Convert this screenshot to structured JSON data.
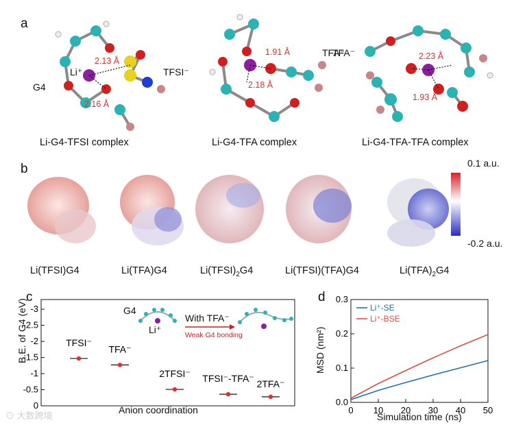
{
  "panel_a": {
    "letter": "a",
    "molecules": [
      {
        "caption": "Li-G4-TFSI complex",
        "labels": {
          "li": "Li⁺",
          "anion": "TFSI⁻",
          "g4": "G4"
        },
        "distances": [
          "2.13 Å",
          "2.16 Å"
        ]
      },
      {
        "caption": "Li-G4-TFA complex",
        "labels": {
          "anion": "TFA⁻"
        },
        "distances": [
          "1.91 Å",
          "2.18 Å"
        ]
      },
      {
        "caption": "Li-G4-TFA-TFA complex",
        "labels": {
          "anion": "TFA⁻"
        },
        "distances": [
          "2.23 Å",
          "1.93 Å"
        ]
      }
    ]
  },
  "panel_b": {
    "letter": "b",
    "colorbar": {
      "max_label": "0.1 a.u.",
      "min_label": "-0.2 a.u.",
      "top_color": "#d2232a",
      "mid_color": "#ffffff",
      "bottom_color": "#2a2fbf"
    },
    "captions": [
      {
        "pre": "Li(TFSI)G4",
        "sub": "",
        "post": ""
      },
      {
        "pre": "Li(TFA)G4",
        "sub": "",
        "post": ""
      },
      {
        "pre": "Li(TFSI)",
        "sub": "2",
        "post": "G4"
      },
      {
        "pre": "Li(TFSI)(TFA)G4",
        "sub": "",
        "post": ""
      },
      {
        "pre": "Li(TFA)",
        "sub": "2",
        "post": "G4"
      }
    ]
  },
  "panel_c": {
    "letter": "c",
    "ylabel": "B.E. of G4 (eV)",
    "xlabel": "Anion coordination",
    "inset": {
      "g4": "G4",
      "li": "Li⁺",
      "arrow_top": "With TFA⁻",
      "arrow_bottom": "Weak G4 bonding"
    }
  },
  "panel_d": {
    "letter": "d",
    "xlabel": "Simulation time (ns)",
    "ylabel": "MSD (nm²)"
  },
  "watermark": "大数跨境",
  "chart_data": [
    {
      "type": "scatter",
      "ylabel": "B.E. of G4 (eV)",
      "xlabel": "Anion coordination",
      "ylim": [
        0,
        -3.3
      ],
      "y_inverted": true,
      "yticks": [
        "-3",
        "-2.5",
        "-2",
        "-1.5",
        "-1",
        "-0.5",
        "0"
      ],
      "categories": [
        "TFSI⁻",
        "TFA⁻",
        "2TFSI⁻",
        "TFSI⁻-TFA⁻",
        "2TFA⁻"
      ],
      "values": [
        -1.47,
        -1.27,
        -0.51,
        -0.36,
        -0.28
      ],
      "marker_color": "#e0302b"
    },
    {
      "type": "line",
      "xlabel": "Simulation time (ns)",
      "ylabel": "MSD (nm²)",
      "xlim": [
        0,
        50
      ],
      "ylim": [
        0,
        0.3
      ],
      "xticks": [
        "0",
        "10",
        "20",
        "30",
        "40",
        "50"
      ],
      "yticks": [
        "0.0",
        "0.1",
        "0.2",
        "0.3"
      ],
      "legend_position": "top-left",
      "series": [
        {
          "name": "Li⁺-SE",
          "color": "#1f6fb2",
          "x": [
            0,
            10,
            20,
            30,
            40,
            50
          ],
          "y": [
            0.008,
            0.035,
            0.058,
            0.08,
            0.101,
            0.122
          ]
        },
        {
          "name": "Li⁺-BSE",
          "color": "#d94f45",
          "x": [
            0,
            10,
            20,
            30,
            40,
            50
          ],
          "y": [
            0.012,
            0.055,
            0.093,
            0.13,
            0.165,
            0.198
          ]
        }
      ]
    }
  ]
}
